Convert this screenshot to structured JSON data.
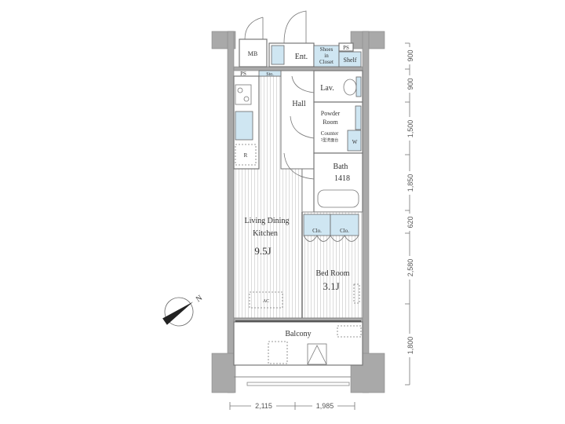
{
  "plan": {
    "rooms": {
      "mb": "MB",
      "ps_top": "PS",
      "ps_left": "PS",
      "entrance": "Ent.",
      "shoes_closet": [
        "Shoes",
        "in",
        "Closet"
      ],
      "shelf": "Shelf",
      "storage": "Sto.",
      "lavatory": "Lav.",
      "hall": "Hall",
      "powder_room": [
        "Powder",
        "Room"
      ],
      "counter": [
        "Counter",
        "ﾏ型洗面台"
      ],
      "washer": "W",
      "bath": [
        "Bath",
        "1418"
      ],
      "fridge": "R",
      "ldk": [
        "Living Dining",
        "Kitchen",
        "9.5J"
      ],
      "ac": "AC",
      "closet_1": "Clo.",
      "closet_2": "Clo.",
      "bedroom": [
        "Bed Room",
        "3.1J"
      ],
      "balcony": "Balcony"
    },
    "compass_label": "N",
    "dimensions_vertical": [
      "900",
      "900",
      "1,500",
      "1,850",
      "620",
      "2,580",
      "1,800"
    ],
    "dimensions_horizontal": [
      "2,115",
      "1,985"
    ]
  },
  "colors": {
    "wall": "#a9a9a9",
    "fixture_blue": "#cfe6f2"
  }
}
